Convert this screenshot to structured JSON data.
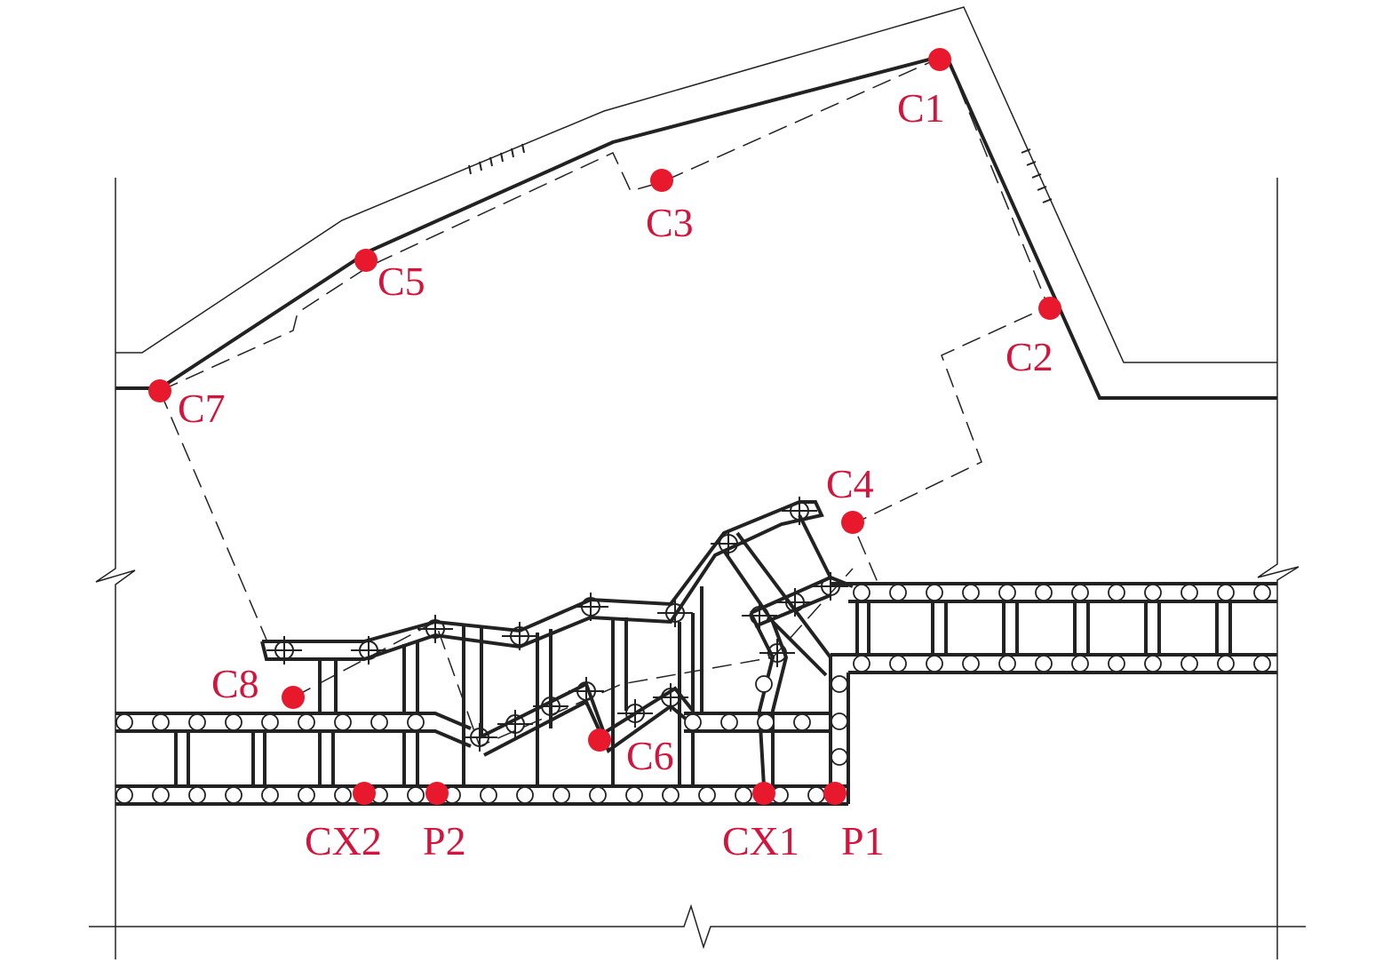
{
  "title": "Monitoring point layout plan",
  "colors": {
    "point": "#e8192c",
    "label": "#d3143c",
    "line": "#222222"
  },
  "points": [
    {
      "id": "C1",
      "label": "C1"
    },
    {
      "id": "C2",
      "label": "C2"
    },
    {
      "id": "C3",
      "label": "C3"
    },
    {
      "id": "C4",
      "label": "C4"
    },
    {
      "id": "C5",
      "label": "C5"
    },
    {
      "id": "C6",
      "label": "C6"
    },
    {
      "id": "C7",
      "label": "C7"
    },
    {
      "id": "C8",
      "label": "C8"
    },
    {
      "id": "CX2",
      "label": "CX2"
    },
    {
      "id": "P2",
      "label": "P2"
    },
    {
      "id": "CX1",
      "label": "CX1"
    },
    {
      "id": "P1",
      "label": "P1"
    }
  ]
}
